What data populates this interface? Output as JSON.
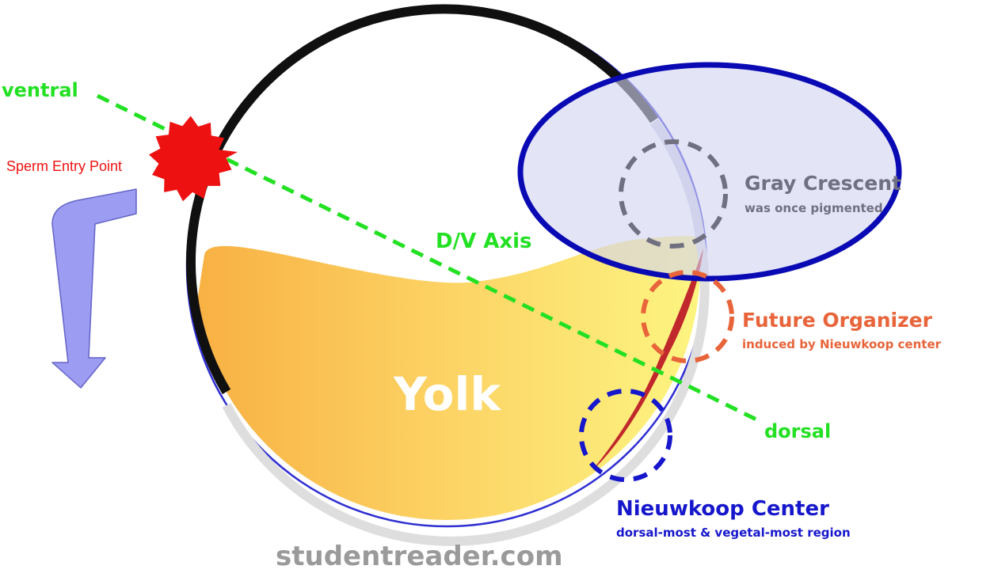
{
  "labels": {
    "ventral": "ventral",
    "dorsal": "dorsal",
    "sperm_entry": "Sperm Entry Point",
    "dv_axis": "D/V Axis",
    "yolk": "Yolk",
    "gray_crescent_title": "Gray Crescent",
    "gray_crescent_sub": "was once pigmented",
    "future_organizer_title": "Future Organizer",
    "future_organizer_sub": "induced by Nieuwkoop center",
    "nieuwkoop_title": "Nieuwkoop Center",
    "nieuwkoop_sub": "dorsal-most & vegetal-most region",
    "watermark": "studentreader.com"
  },
  "colors": {
    "axis": "#22e022",
    "sperm": "#ee1111",
    "gray_crescent": "#707080",
    "organizer": "#e8643a",
    "nieuwkoop": "#1616cc",
    "ellipse_stroke": "#0a0ab4",
    "ellipse_fill": "#d2d4f0",
    "arrow": "#9c9cf2",
    "pigment": "#101010",
    "watermark": "#9a9a9a"
  }
}
